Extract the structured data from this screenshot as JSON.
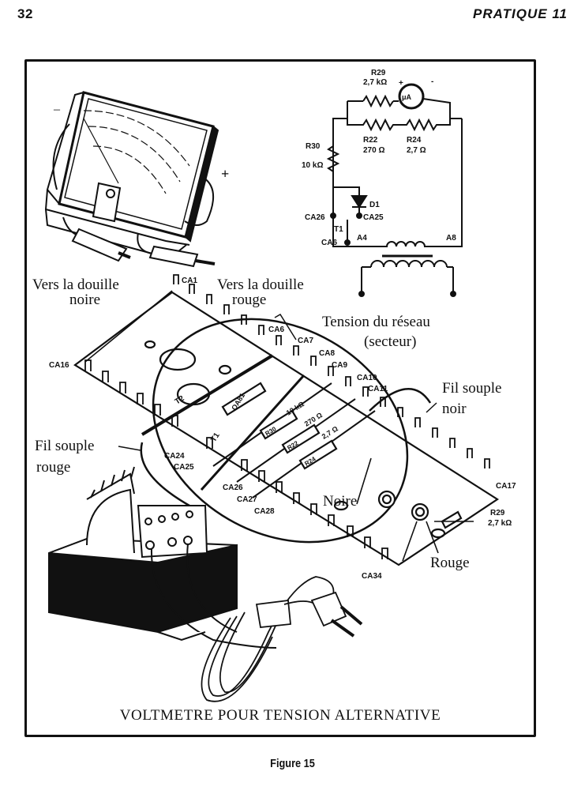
{
  "header": {
    "page_number": "32",
    "running_title": "PRATIQUE 11"
  },
  "figure": {
    "caption": "VOLTMETRE POUR TENSION ALTERNATIVE",
    "number_label": "Figure 15",
    "schematic": {
      "resistors": [
        {
          "ref": "R29",
          "value": "2,7 kΩ"
        },
        {
          "ref": "R22",
          "value": "270 Ω"
        },
        {
          "ref": "R24",
          "value": "2,7 Ω"
        },
        {
          "ref": "R30",
          "value": "10 kΩ"
        }
      ],
      "meter_symbol": "μA",
      "meter_plus": "+",
      "meter_minus": "-",
      "diode": "D1",
      "switch": "T1",
      "terminals": [
        "CA26",
        "CA25",
        "CA6",
        "A4",
        "A8"
      ]
    },
    "meter": {
      "minus_sign": "–",
      "plus_sign": "+"
    },
    "callouts": {
      "black_socket_line1": "Vers la douille",
      "black_socket_line2": "noire",
      "red_socket_line1": "Vers la douille",
      "red_socket_line2": "rouge",
      "mains_line1": "Tension du réseau",
      "mains_line2": "(secteur)",
      "black_wire_line1": "Fil souple",
      "black_wire_line2": "noir",
      "red_wire_line1": "Fil souple",
      "red_wire_line2": "rouge",
      "black_terminal": "Noire",
      "red_terminal": "Rouge"
    },
    "board_labels": {
      "ca1": "CA1",
      "ca6": "CA6",
      "ca7": "CA7",
      "ca8": "CA8",
      "ca9": "CA9",
      "ca10": "CA10",
      "ca11": "CA11",
      "ca16": "CA16",
      "ca17": "CA17",
      "ca24": "CA24",
      "ca25": "CA25",
      "ca26": "CA26",
      "ca27": "CA27",
      "ca28": "CA28",
      "ca34": "CA34",
      "t1": "T1",
      "t2": "T2",
      "oa81": "OA81",
      "r30_on_board": "R30",
      "r22_on_board": "R22",
      "r24_on_board": "R24",
      "val_10k": "10 kΩ",
      "val_270": "270 Ω",
      "val_27": "2,7 Ω",
      "r29_ref": "R29",
      "r29_val": "2,7 kΩ"
    }
  }
}
